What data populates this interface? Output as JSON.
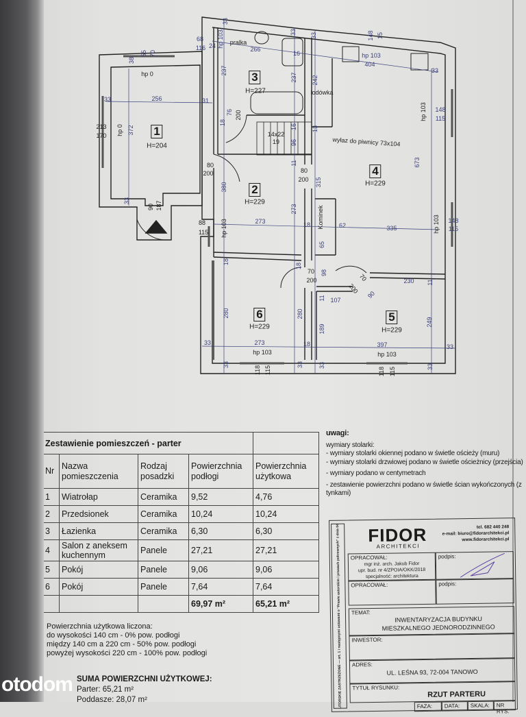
{
  "plan": {
    "rooms": [
      {
        "nr": "1",
        "h": "H=204"
      },
      {
        "nr": "2",
        "h": "H=229"
      },
      {
        "nr": "3",
        "h": "H=227"
      },
      {
        "nr": "4",
        "h": "H=229"
      },
      {
        "nr": "5",
        "h": "H=229"
      },
      {
        "nr": "6",
        "h": "H=229"
      }
    ],
    "labels": {
      "pralka": "pralka",
      "lodowka": "lodówka",
      "kominek": "Kominek",
      "wylaz": "wyłaz do piwnicy 73x104",
      "stairs": "14x22",
      "stairs_n": "19"
    },
    "dims": [
      "68",
      "116",
      "24",
      "hp 103",
      "266",
      "33",
      "33",
      "33",
      "16",
      "148",
      "15",
      "hp 103",
      "404",
      "33",
      "55",
      "70",
      "38",
      "hp 0",
      "237",
      "237",
      "242",
      "33",
      "256",
      "31",
      "hp 103",
      "148",
      "115",
      "76",
      "200",
      "18",
      "213",
      "170",
      "hp 0",
      "372",
      "16",
      "13",
      "96",
      "80",
      "200",
      "11",
      "80",
      "200",
      "315",
      "673",
      "380",
      "33",
      "90",
      "187",
      "273",
      "88",
      "115",
      "hp 103",
      "273",
      "18",
      "62",
      "335",
      "hp 103",
      "148",
      "115",
      "65",
      "18",
      "18",
      "70",
      "200",
      "98",
      "70",
      "200",
      "90",
      "230",
      "11",
      "11",
      "107",
      "280",
      "280",
      "189",
      "249",
      "33",
      "273",
      "18",
      "397",
      "33",
      "hp 103",
      "hp 103",
      "33",
      "118",
      "115",
      "33",
      "33",
      "118",
      "115",
      "33"
    ]
  },
  "table": {
    "title": "Zestawienie pomieszczeń - parter",
    "headers": [
      "Nr",
      "Nazwa pomieszczenia",
      "Rodzaj posadzki",
      "Powierzchnia podłogi",
      "Powierzchnia użytkowa"
    ],
    "rows": [
      [
        "1",
        "Wiatrołap",
        "Ceramika",
        "9,52",
        "4,76"
      ],
      [
        "2",
        "Przedsionek",
        "Ceramika",
        "10,24",
        "10,24"
      ],
      [
        "3",
        "Łazienka",
        "Ceramika",
        "6,30",
        "6,30"
      ],
      [
        "4",
        "Salon z aneksem kuchennym",
        "Panele",
        "27,21",
        "27,21"
      ],
      [
        "5",
        "Pokój",
        "Panele",
        "9,06",
        "9,06"
      ],
      [
        "6",
        "Pokój",
        "Panele",
        "7,64",
        "7,64"
      ]
    ],
    "total_floor": "69,97 m²",
    "total_usable": "65,21 m²"
  },
  "notes": [
    "Powierzchnia użytkowa liczona:",
    "do wysokości 140 cm - 0% pow. podłogi",
    "między 140 cm a 220 cm - 50% pow. podłogi",
    "powyżej wysokości 220 cm - 100% pow. podłogi"
  ],
  "sum": {
    "title": "SUMA POWIERZCHNI UŻYTKOWEJ:",
    "parter": "Parter: 65,21 m²",
    "poddasze": "Poddasze: 28,07 m²"
  },
  "remarks": {
    "title": "uwagi:",
    "lines": [
      "wymiary stolarki:",
      "- wymiary stolarki okiennej podano w świetle ościeży (muru)",
      "- wymiary stolarki drzwiowej podano w świetle ościeżnicy (przejścia)",
      "- wymiary podano w centymetrach",
      "- zestawienie powierzchni podano w świetle ścian wykończonych (z tynkami)"
    ]
  },
  "titleblock": {
    "copyright": "PRAWO AUTORSKIE ZASTRZEŻONE — art. 1 i następnymi ustawami o \"Prawie autorskim i prawach pokrewnych\" z dnia 04.02.1994 r.",
    "logo": "FIDOR",
    "logo_sub": "ARCHITEKCI",
    "tel": "tel. 682 440 248",
    "email": "e-mail: biuro@fidorarchitekci.pl",
    "www": "www.fidorarchitekci.pl",
    "opracowal_label": "OPRACOWAŁ:",
    "author": [
      "mgr inż. arch. Jakub Fidor",
      "upr. bud. nr 4/ZPOIA/OKK/2018",
      "specjalność: architektura"
    ],
    "podpis": "podpis:",
    "temat_label": "TEMAT:",
    "temat": "INWENTARYZACJA BUDYNKU MIESZKALNEGO JEDNORODZINNEGO",
    "inwestor_label": "INWESTOR:",
    "adres_label": "ADRES:",
    "adres": "UL. LEŚNA 93, 72-004 TANOWO",
    "tytul_label": "TYTUŁ RYSUNKU:",
    "tytul": "RZUT PARTERU",
    "faza": "FAZA:",
    "data": "DATA:",
    "skala": "SKALA:",
    "nr": "NR RYS."
  },
  "watermark": "otodom",
  "colors": {
    "dimension": "#3a3f7a",
    "paper": "#e4e4e2"
  }
}
